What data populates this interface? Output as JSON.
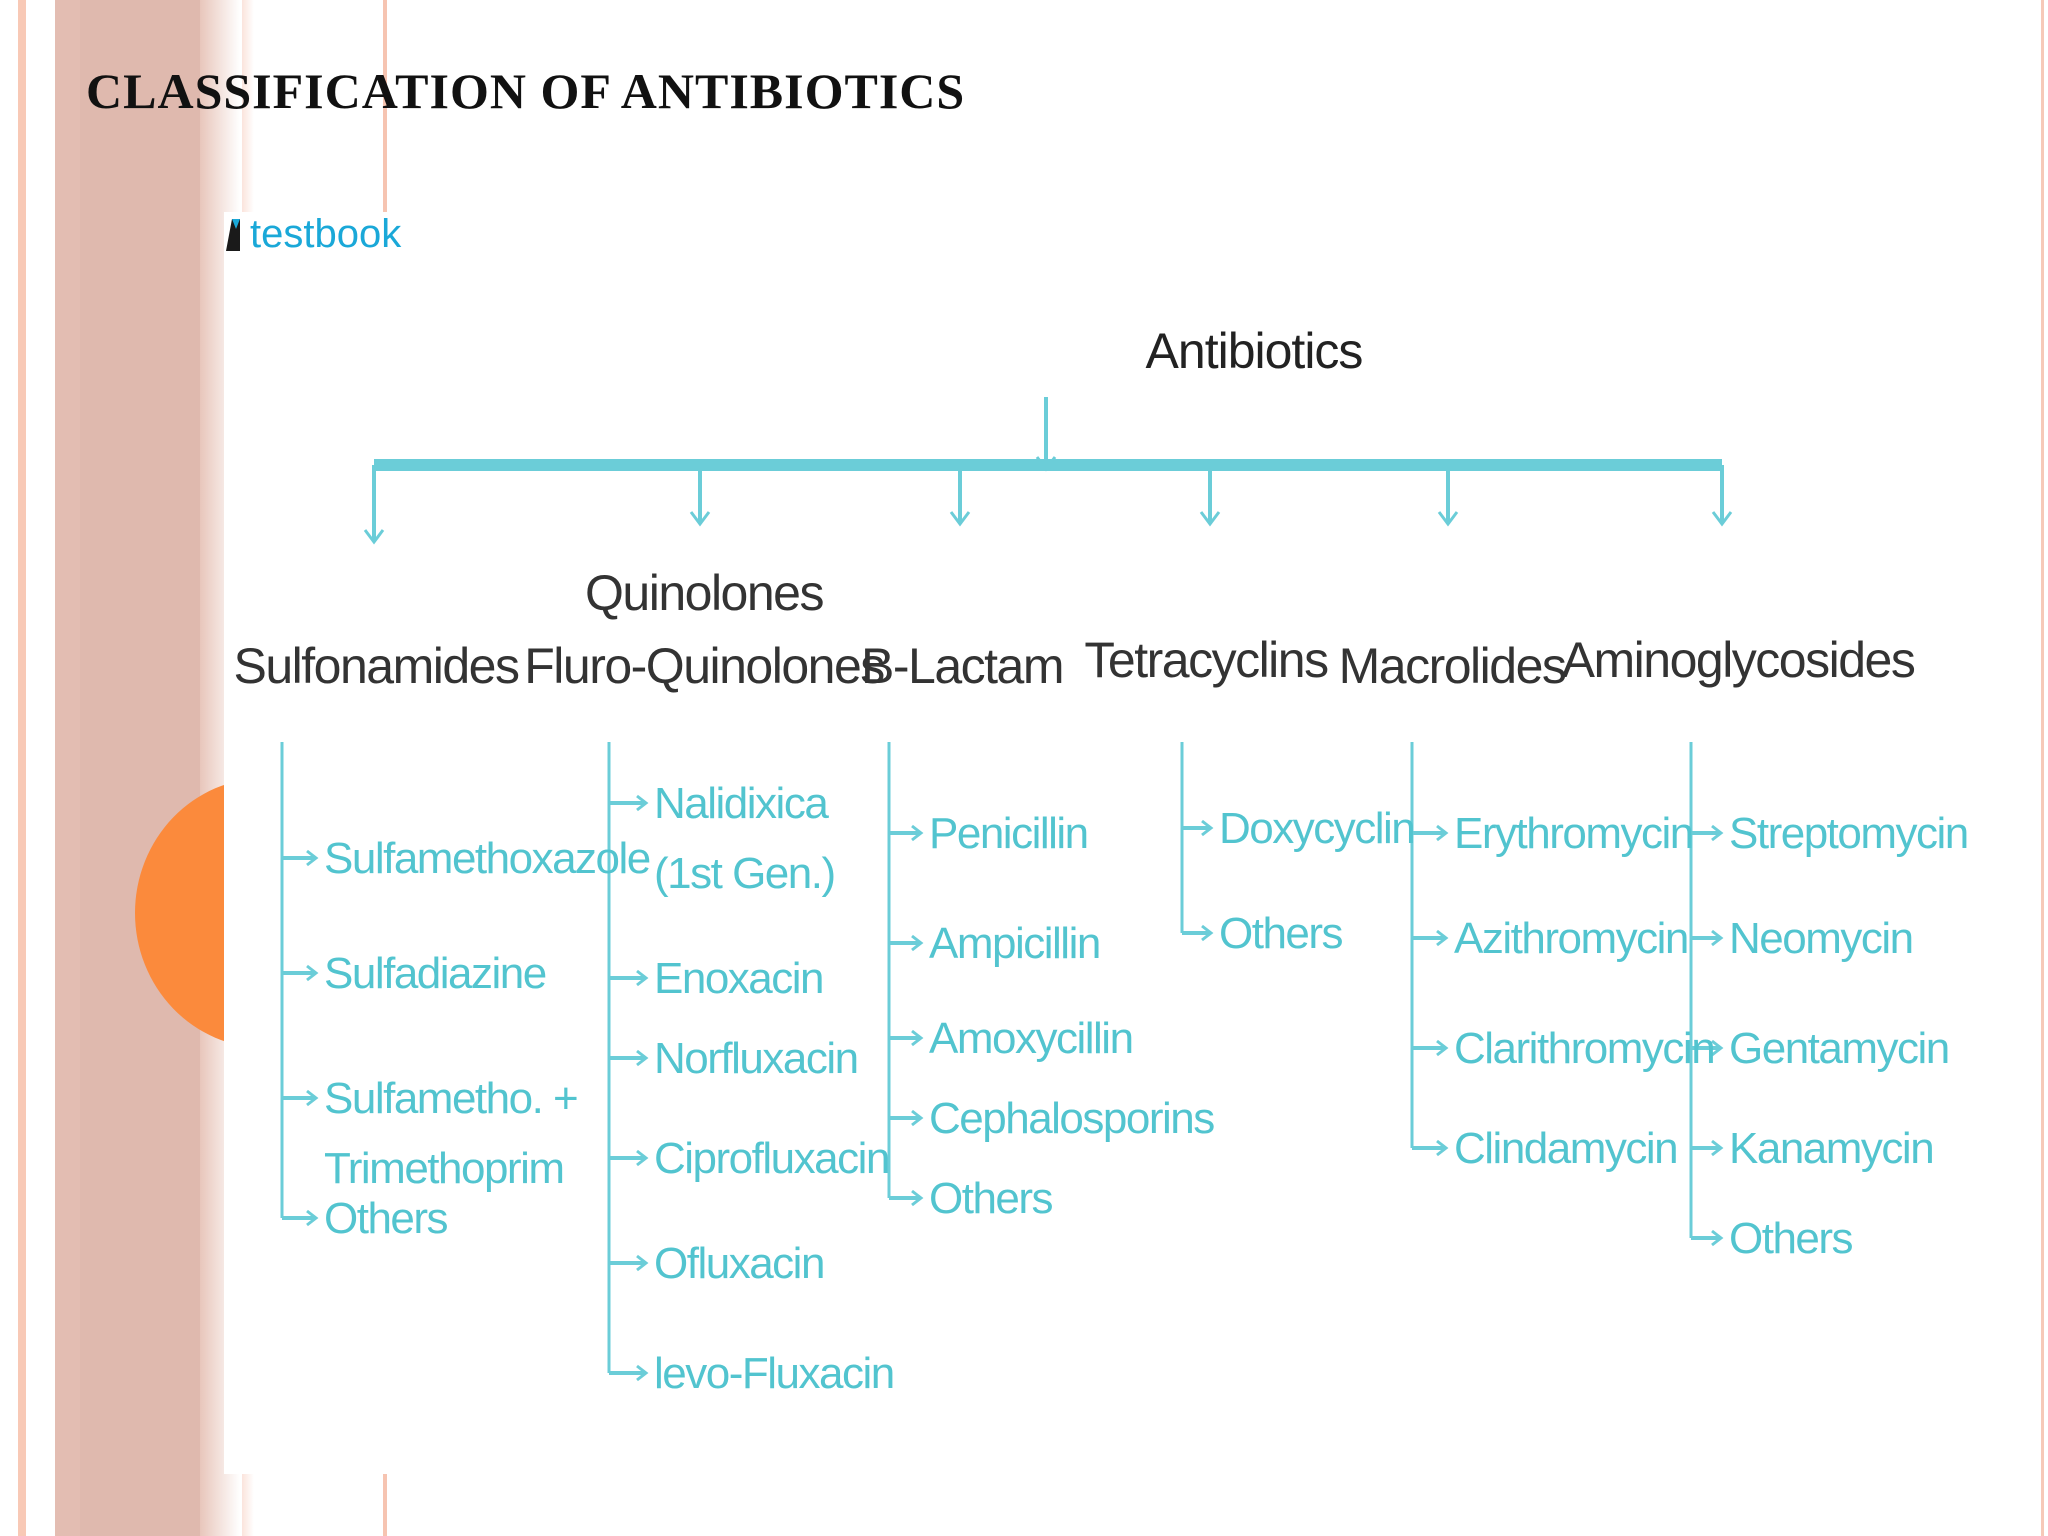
{
  "slide": {
    "title": "CLASSIFICATION OF ANTIBIOTICS"
  },
  "diagram": {
    "logo_text": "testbook",
    "root": "Antibiotics",
    "accent_color": "#6bcdd8",
    "categories": [
      {
        "label_line1": "",
        "label_line2": "Sulfonamides",
        "items": [
          [
            "Sulfamethoxazole"
          ],
          [
            "Sulfadiazine"
          ],
          [
            "Sulfametho. +",
            "Trimethoprim"
          ],
          [
            "Others"
          ]
        ]
      },
      {
        "label_line1": "Quinolones",
        "label_line2": "Fluro-Quinolones",
        "items": [
          [
            "Nalidixica",
            "(1st Gen.)"
          ],
          [
            "Enoxacin"
          ],
          [
            "Norfluxacin"
          ],
          [
            "Ciprofluxacin"
          ],
          [
            "Ofluxacin"
          ],
          [
            "levo-Fluxacin"
          ]
        ]
      },
      {
        "label_line1": "",
        "label_line2": "B-Lactam",
        "items": [
          [
            "Penicillin"
          ],
          [
            "Ampicillin"
          ],
          [
            "Amoxycillin"
          ],
          [
            "Cephalosporins"
          ],
          [
            "Others"
          ]
        ]
      },
      {
        "label_line1": "",
        "label_line2": "Tetracyclins",
        "items": [
          [
            "Doxycyclin"
          ],
          [
            "Others"
          ]
        ]
      },
      {
        "label_line1": "",
        "label_line2": "Macrolides",
        "items": [
          [
            "Erythromycin"
          ],
          [
            "Azithromycin"
          ],
          [
            "Clarithromycin"
          ],
          [
            "Clindamycin"
          ]
        ]
      },
      {
        "label_line1": "",
        "label_line2": "Aminoglycosides",
        "items": [
          [
            "Streptomycin"
          ],
          [
            "Neomycin"
          ],
          [
            "Gentamycin"
          ],
          [
            "Kanamycin"
          ],
          [
            "Others"
          ]
        ]
      }
    ]
  }
}
